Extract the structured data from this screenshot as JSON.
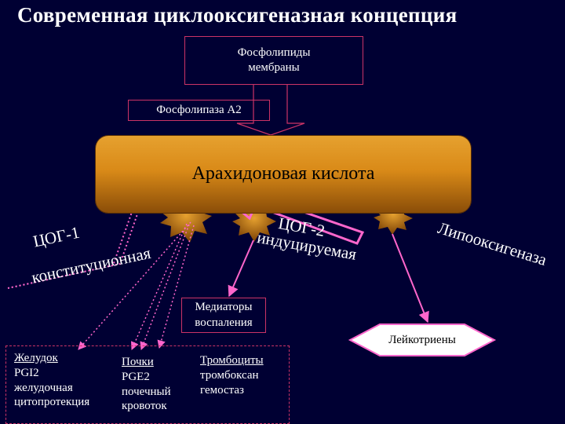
{
  "title": "Современная циклооксигеназная концепция",
  "phospholipids": {
    "line1": "Фосфолипиды",
    "line2": "мембраны"
  },
  "phospholipase": "Фосфолипаза А2",
  "arachidonic_acid": "Арахидоновая кислота",
  "cox1": {
    "line1": "ЦОГ-1",
    "line2": "конституционная"
  },
  "cox2": {
    "line1": "ЦОГ-2",
    "line2": "индуцируемая"
  },
  "lipoxygenase": "Липооксигеназа",
  "mediators": {
    "line1": "Медиаторы",
    "line2": "воспаления"
  },
  "leukotrienes": "Лейкотриены",
  "stomach": {
    "title": "Желудок",
    "lines": [
      "PGI2",
      "желудочная",
      "цитопротекция"
    ]
  },
  "kidneys": {
    "title": "Почки",
    "lines": [
      "PGE2",
      "почечный",
      "кровоток"
    ]
  },
  "platelets": {
    "title": "Тромбоциты",
    "lines": [
      "тромбоксан",
      "гемостаз"
    ]
  },
  "colors": {
    "background": "#000033",
    "accent": "#ff66cc",
    "box_border": "#cc3366",
    "orange": "#e6a12f",
    "white": "#ffffff"
  }
}
